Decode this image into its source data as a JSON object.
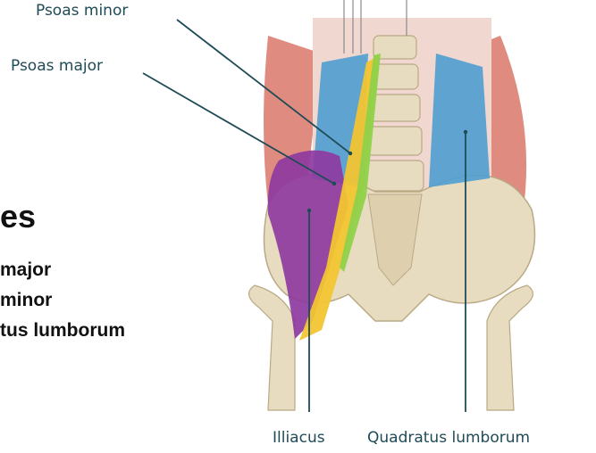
{
  "labels": {
    "psoas_minor": "Psoas minor",
    "psoas_major": "Psoas major",
    "illiacus": "Illiacus",
    "quadratus": "Quadratus lumborum"
  },
  "side_panel": {
    "title_fragment": "es",
    "items": [
      "major",
      "minor",
      "tus lumborum"
    ]
  },
  "colors": {
    "leader_line": "#1f4b57",
    "illiacus": "#8e3aa0",
    "psoas_major": "#f2c531",
    "psoas_minor": "#8fd14a",
    "quadratus": "#4f9fd0",
    "muscle_red": "#d9776a",
    "bone": "#e8dcc0"
  }
}
